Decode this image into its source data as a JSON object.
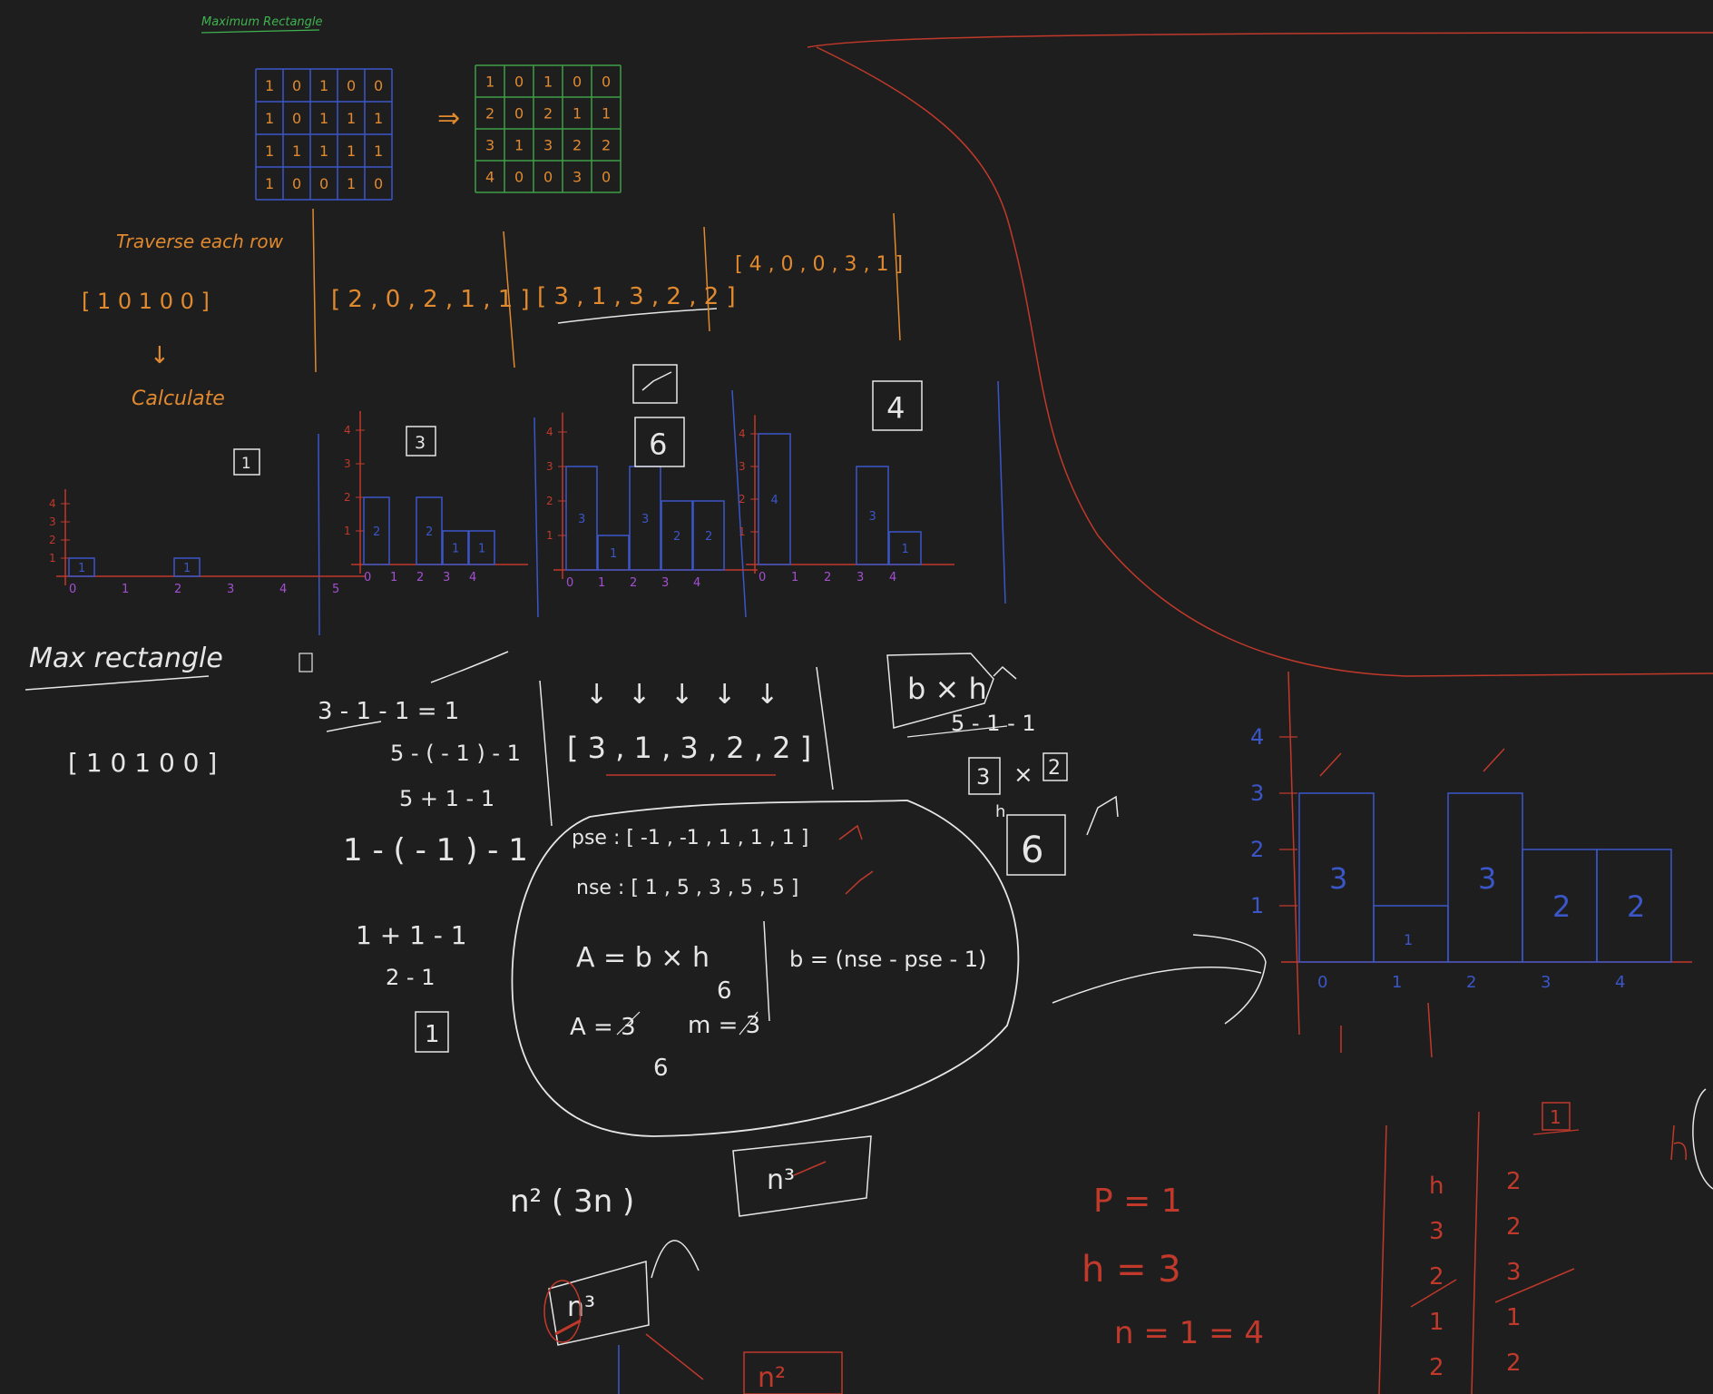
{
  "colors": {
    "background": "#1e1e1e",
    "orange": "#e0892f",
    "blue": "#3a56c8",
    "green": "#3f9e45",
    "red": "#c0392b",
    "white": "#e6e6e6",
    "purple": "#a34fd1",
    "title_green": "#3fb34f"
  },
  "title": "Maximum Rectangle",
  "input_matrix": [
    [
      "1",
      "0",
      "1",
      "0",
      "0"
    ],
    [
      "1",
      "0",
      "1",
      "1",
      "1"
    ],
    [
      "1",
      "1",
      "1",
      "1",
      "1"
    ],
    [
      "1",
      "0",
      "0",
      "1",
      "0"
    ]
  ],
  "height_matrix": [
    [
      "1",
      "0",
      "1",
      "0",
      "0"
    ],
    [
      "2",
      "0",
      "2",
      "1",
      "1"
    ],
    [
      "3",
      "1",
      "3",
      "2",
      "2"
    ],
    [
      "4",
      "0",
      "0",
      "3",
      "0"
    ]
  ],
  "arrow_symbol": "⇒",
  "traverse_label": "Traverse each row",
  "row_arrays": [
    "[ 1  0  1  0  0 ]",
    "[ 2 , 0 , 2 , 1 , 1 ]",
    "[ 3 , 1 , 3 , 2 , 2 ]",
    "[ 4 , 0 , 0 , 3 , 1 ]"
  ],
  "calculate_label": "Calculate",
  "histograms": [
    {
      "result": "1",
      "values": [
        1,
        0,
        1,
        0,
        0
      ],
      "labels": [
        "1",
        "",
        "1",
        "",
        ""
      ],
      "xticks": [
        "0",
        "1",
        "2",
        "3",
        "4",
        "5"
      ],
      "yticks": [
        "1",
        "2",
        "3",
        "4"
      ]
    },
    {
      "result": "3",
      "values": [
        2,
        0,
        2,
        1,
        1
      ],
      "labels": [
        "2",
        "",
        "2",
        "1",
        "1"
      ],
      "xticks": [
        "0",
        "1",
        "2",
        "3",
        "4"
      ],
      "yticks": [
        "1",
        "2",
        "3",
        "4"
      ]
    },
    {
      "result": "6",
      "values": [
        3,
        1,
        3,
        2,
        2
      ],
      "labels": [
        "3",
        "1",
        "3",
        "2",
        "2"
      ],
      "xticks": [
        "0",
        "1",
        "2",
        "3",
        "4"
      ],
      "yticks": [
        "1",
        "2",
        "3",
        "4"
      ]
    },
    {
      "result": "4",
      "values": [
        4,
        0,
        0,
        3,
        1
      ],
      "labels": [
        "4",
        "",
        "",
        "3",
        "1"
      ],
      "xticks": [
        "0",
        "1",
        "2",
        "3",
        "4"
      ],
      "yticks": [
        "1",
        "2",
        "3",
        "4"
      ]
    }
  ],
  "max_rect": {
    "heading": "Max rectangle",
    "array": "[ 1  0  1  0  0 ]"
  },
  "calc_column": {
    "head": "3 - 1 - 1 = 1",
    "lines": [
      "5 - ( - 1 ) - 1",
      "5 + 1 - 1",
      "1 - ( - 1 ) - 1",
      "1 + 1 - 1",
      "2 - 1"
    ],
    "result": "1"
  },
  "bar_array": {
    "arrows": [
      "↓",
      "↓",
      "↓",
      "↓",
      "↓"
    ],
    "text": "[ 3 , 1 , 3 , 2 , 2 ]"
  },
  "blob": {
    "pse": "pse : [ -1 , -1 , 1 , 1 , 1 ]",
    "nse": "nse : [ 1 , 5 , 3 , 5 , 5 ]",
    "area": "A = b × h",
    "b_formula": "b = (nse - pse - 1)",
    "a_work": "A = 3",
    "m_work": "m = 3",
    "six": "6"
  },
  "bxh": {
    "label": "b × h",
    "work": "5 - 1 - 1",
    "three": "3",
    "times": "×",
    "two": "2",
    "h": "h",
    "result": "6"
  },
  "complexity": {
    "n2": "n² ( 3n )",
    "n3_box": "n³",
    "n3_bottom": "n³",
    "n2_bottom": "n²"
  },
  "big_chart": {
    "values": [
      3,
      1,
      3,
      2,
      2
    ],
    "labels": [
      "3",
      "1",
      "3",
      "2",
      "2"
    ],
    "xticks": [
      "0",
      "1",
      "2",
      "3",
      "4"
    ],
    "yticks": [
      "1",
      "2",
      "3",
      "4"
    ]
  },
  "red_notes": {
    "p": "P = 1",
    "h": "h = 3",
    "n": "n = 1 = 4"
  },
  "stack_table": {
    "col1": [
      "h",
      "3",
      "2",
      "1",
      "2"
    ],
    "col2": [
      "2",
      "2",
      "3",
      "1",
      "2"
    ],
    "box": "1"
  }
}
